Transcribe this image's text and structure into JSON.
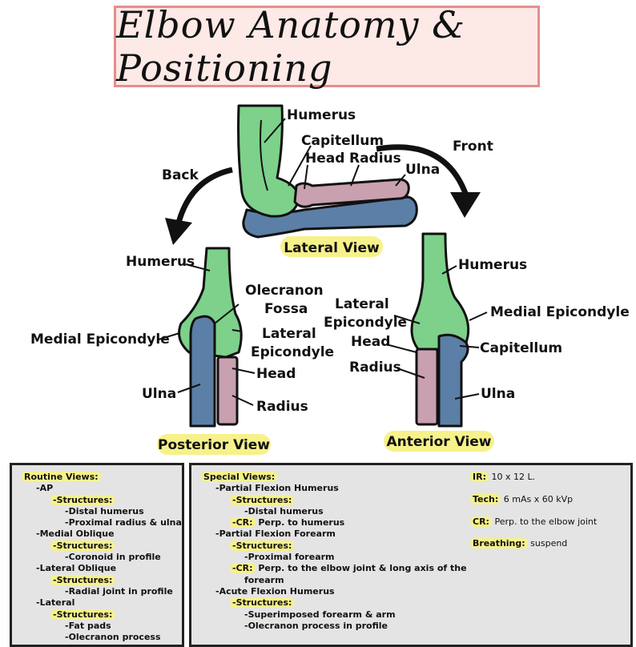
{
  "title": "Elbow Anatomy & Positioning",
  "colors": {
    "bone_green": "#7dd18a",
    "ulna_blue": "#5b7fa6",
    "radius_pink": "#c9a0b0",
    "highlight": "#f6f18a",
    "title_border": "#e58e8e",
    "title_fill": "#fde9e6",
    "panel_fill": "#e4e4e4"
  },
  "lateral": {
    "humerus": "Humerus",
    "capitellum": "Capitellum",
    "head": "Head",
    "radius": "Radius",
    "ulna": "Ulna",
    "front": "Front",
    "back": "Back",
    "caption": "Lateral View"
  },
  "posterior": {
    "humerus": "Humerus",
    "olecranon_1": "Olecranon",
    "olecranon_2": "Fossa",
    "lateral_1": "Lateral",
    "lateral_2": "Epicondyle",
    "medial": "Medial Epicondyle",
    "head": "Head",
    "ulna": "Ulna",
    "radius": "Radius",
    "caption": "Posterior View"
  },
  "anterior": {
    "humerus": "Humerus",
    "lateral_1": "Lateral",
    "lateral_2": "Epicondyle",
    "medial": "Medial Epicondyle",
    "head": "Head",
    "capitellum": "Capitellum",
    "radius": "Radius",
    "ulna": "Ulna",
    "caption": "Anterior View"
  },
  "routine": {
    "heading": "Routine Views:",
    "lines": [
      {
        "text": "-AP",
        "indent": 1
      },
      {
        "text": "-Structures:",
        "indent": 2,
        "hl": true
      },
      {
        "text": "-Distal humerus",
        "indent": 3
      },
      {
        "text": "-Proximal radius & ulna",
        "indent": 3
      },
      {
        "text": "-Medial Oblique",
        "indent": 1
      },
      {
        "text": "-Structures:",
        "indent": 2,
        "hl": true
      },
      {
        "text": "-Coronoid in profile",
        "indent": 3
      },
      {
        "text": "-Lateral Oblique",
        "indent": 1
      },
      {
        "text": "-Structures:",
        "indent": 2,
        "hl": true
      },
      {
        "text": "-Radial joint in profile",
        "indent": 3
      },
      {
        "text": "-Lateral",
        "indent": 1
      },
      {
        "text": "-Structures:",
        "indent": 2,
        "hl": true
      },
      {
        "text": "-Fat pads",
        "indent": 3
      },
      {
        "text": "-Olecranon process",
        "indent": 3
      }
    ]
  },
  "special": {
    "heading": "Special Views:",
    "lines": [
      {
        "text": "-Partial Flexion Humerus",
        "indent": 1
      },
      {
        "text": "-Structures:",
        "indent": 2,
        "hl": true
      },
      {
        "text": "-Distal humerus",
        "indent": 3
      },
      {
        "text": "-CR:",
        "indent": 2,
        "hl": true,
        "rest": " Perp. to humerus"
      },
      {
        "text": "-Partial Flexion Forearm",
        "indent": 1
      },
      {
        "text": "-Structures:",
        "indent": 2,
        "hl": true
      },
      {
        "text": "-Proximal forearm",
        "indent": 3
      },
      {
        "text": "-CR:",
        "indent": 2,
        "hl": true,
        "rest": " Perp. to the elbow joint & long axis of the"
      },
      {
        "text": "forearm",
        "indent": 3
      },
      {
        "text": "-Acute Flexion Humerus",
        "indent": 1
      },
      {
        "text": "-Structures:",
        "indent": 2,
        "hl": true
      },
      {
        "text": "-Superimposed forearm & arm",
        "indent": 3
      },
      {
        "text": "-Olecranon process in profile",
        "indent": 3
      }
    ]
  },
  "technique": [
    {
      "label": "IR:",
      "value": " 10 x 12 L."
    },
    {
      "label": "Tech:",
      "value": " 6 mAs x 60 kVp"
    },
    {
      "label": "CR:",
      "value": " Perp. to the elbow joint"
    },
    {
      "label": "Breathing:",
      "value": " suspend"
    }
  ]
}
